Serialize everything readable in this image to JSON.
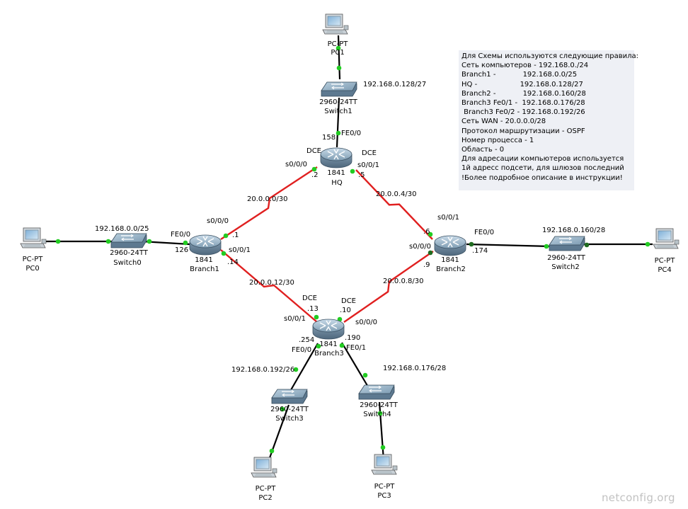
{
  "devices": {
    "pc1": {
      "model": "PC-PT",
      "name": "PC1"
    },
    "pc0": {
      "model": "PC-PT",
      "name": "PC0"
    },
    "pc2": {
      "model": "PC-PT",
      "name": "PC2"
    },
    "pc3": {
      "model": "PC-PT",
      "name": "PC3"
    },
    "pc4": {
      "model": "PC-PT",
      "name": "PC4"
    },
    "switch0": {
      "model": "2960-24TT",
      "name": "Switch0"
    },
    "switch1": {
      "model": "2960-24TT",
      "name": "Switch1"
    },
    "switch2": {
      "model": "2960-24TT",
      "name": "Switch2"
    },
    "switch3": {
      "model": "2960-24TT",
      "name": "Switch3"
    },
    "switch4": {
      "model": "2960-24TT",
      "name": "Switch4"
    },
    "hq": {
      "model": "1841",
      "name": "HQ"
    },
    "branch1": {
      "model": "1841",
      "name": "Branch1"
    },
    "branch2": {
      "model": "1841",
      "name": "Branch2"
    },
    "branch3": {
      "model": "1841",
      "name": "Branch3"
    }
  },
  "labels": {
    "net_switch1": "192.168.0.128/27",
    "net_switch0": "192.168.0.0/25",
    "net_switch2": "192.168.0.160/28",
    "net_switch3": "192.168.0.192/26",
    "net_switch4": "192.168.0.176/28",
    "wan_hq_b1": "20.0.0.0/30",
    "wan_hq_b2": "20.0.0.4/30",
    "wan_b1_b3": "20.0.0.12/30",
    "wan_b2_b3": "20.0.0.8/30",
    "hq_fe": "FE0/0",
    "hq_fe_ip": "158",
    "hq_dce_left": "DCE",
    "hq_dce_right": "DCE",
    "hq_s000": "s0/0/0",
    "hq_s001": "s0/0/1",
    "hq_ip2": ".2",
    "hq_ip5": ".5",
    "b1_fe": "FE0/0",
    "b1_fe_ip": "126",
    "b1_s000": "s0/0/0",
    "b1_s001": "s0/0/1",
    "b1_ip1": ".1",
    "b1_ip14": ".14",
    "b2_s001": "s0/0/1",
    "b2_s000": "s0/0/0",
    "b2_fe": "FE0/0",
    "b2_ip6": ".6",
    "b2_ip9": ".9",
    "b2_fe_ip": ".174",
    "b3_dce_left": "DCE",
    "b3_dce_right": "DCE",
    "b3_ip13": ".13",
    "b3_ip10": ".10",
    "b3_s001": "s0/0/1",
    "b3_s000": "s0/0/0",
    "b3_ip254": ".254",
    "b3_ip190": ".190",
    "b3_fe00": "FE0/0",
    "b3_fe01": "FE0/1"
  },
  "notes": [
    "Для Схемы используются следующие правила:",
    "Сеть компьютеров - 192.168.0./24",
    "Branch1 -            192.168.0.0/25",
    "HQ -                   192.168.0.128/27",
    "Branch2 -            192.168.0.160/28",
    "Branch3 Fe0/1 -  192.168.0.176/28",
    " Branch3 Fe0/2 - 192.168.0.192/26",
    "Сеть WAN - 20.0.0.0/28",
    "Протокол маршрутизации - OSPF",
    "Номер процесса - 1",
    "Область - 0",
    "Для адресации компьютеров используется",
    "1й адресс подсети, для шлюзов последний",
    "!Более подробное описание в инструкции!"
  ],
  "watermark": "netconfig.org",
  "colors": {
    "ethernet": "#000000",
    "serial": "#e02020",
    "port_up": "#22cc22",
    "port_dark": "#1f6b1f"
  }
}
